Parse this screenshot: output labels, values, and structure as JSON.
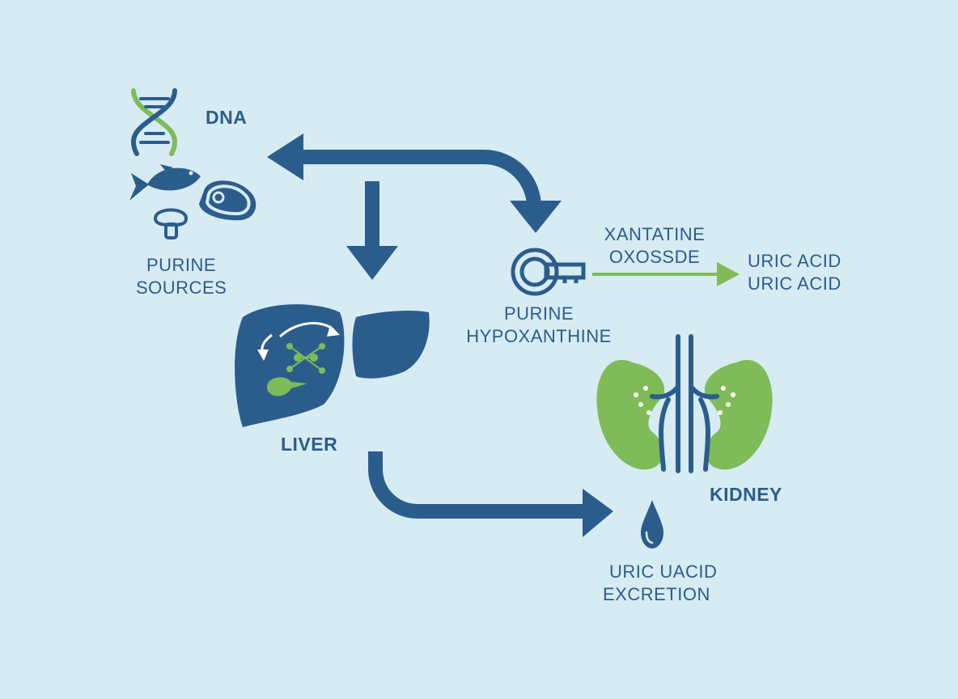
{
  "colors": {
    "background": "#d7ebf3",
    "primary_blue": "#2b5d8c",
    "accent_green": "#7fbb58",
    "light_blue": "#3e7ab4"
  },
  "nodes": {
    "dna": {
      "label": "DNA",
      "icon": "dna-helix-icon"
    },
    "purine_sources": {
      "line1": "PURINE",
      "line2": "SOURCES",
      "icons": [
        "fish-icon",
        "meat-steak-icon",
        "mushroom-icon"
      ]
    },
    "liver": {
      "label": "LIVER",
      "icon": "liver-icon"
    },
    "purine_hypoxanthine": {
      "line1": "PURINE",
      "line2": "HYPOXANTHINE",
      "icon": "key-icon"
    },
    "enzyme": {
      "line1": "XANTATINE",
      "line2": "OXOSSDE"
    },
    "uric_acid": {
      "line1": "URIC ACID",
      "line2": "URIC ACID"
    },
    "kidney": {
      "label": "KIDNEY",
      "icon": "kidneys-icon"
    },
    "excretion": {
      "line1": "URIC UACID",
      "line2": "EXCRETION",
      "icon": "droplet-icon"
    }
  }
}
